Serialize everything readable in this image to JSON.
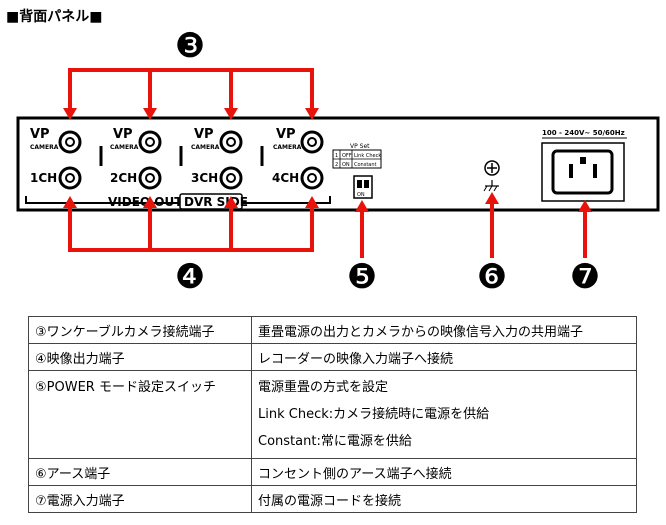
{
  "heading": "■背面パネル■",
  "panel": {
    "vp_label": "VP",
    "side_label": "CAMERA SIDE",
    "channels": [
      "1CH",
      "2CH",
      "3CH",
      "4CH"
    ],
    "video_out": "VIDEO OUT",
    "dvr_side": "DVR SIDE",
    "vp_set_title": "VP Set",
    "vp_set_rows": [
      {
        "num": "1",
        "state": "OFF",
        "mode": "Link Check"
      },
      {
        "num": "2",
        "state": "ON",
        "mode": "Constant"
      }
    ],
    "switch_label": "ON",
    "power_rating": "100 - 240V~ 50/60Hz"
  },
  "callouts": {
    "n3": "❸",
    "n4": "❹",
    "n5": "❺",
    "n6": "❻",
    "n7": "❼"
  },
  "table": [
    {
      "name": "③ワンケーブルカメラ接続端子",
      "desc": [
        "重畳電源の出力とカメラからの映像信号入力の共用端子"
      ]
    },
    {
      "name": "④映像出力端子",
      "desc": [
        "レコーダーの映像入力端子へ接続"
      ]
    },
    {
      "name": "⑤POWER モード設定スイッチ",
      "desc": [
        "電源重畳の方式を設定",
        "Link Check:カメラ接続時に電源を供給",
        "Constant:常に電源を供給"
      ]
    },
    {
      "name": "⑥アース端子",
      "desc": [
        "コンセント側のアース端子へ接続"
      ]
    },
    {
      "name": "⑦電源入力端子",
      "desc": [
        "付属の電源コードを接続"
      ]
    }
  ]
}
